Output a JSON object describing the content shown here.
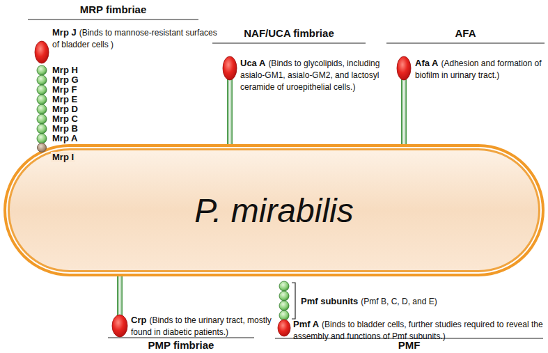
{
  "diagram": {
    "nodes": [
      {
        "text": [
          "P. mirabilis"
        ]
      }
    ],
    "labels": [
      "MRP fimbriae",
      "Mrp J",
      "(Binds to mannose-resistant surfaces of bladder cells )",
      "Mrp H",
      "Mrp G",
      "Mrp F",
      "Mrp E",
      "Mrp D",
      "Mrp C",
      "Mrp B",
      "Mrp A",
      "Mrp I",
      "NAF/UCA fimbriae",
      "Uca A",
      "(Binds to glycolipids, including asialo-GM1, asialo-GM2, and lactosyl ceramide of uroepithelial cells.)",
      "AFA",
      "Afa A",
      "(Adhesion and formation of biofilm in urinary tract.)",
      "Crp",
      "(Binds to the urinary tract, mostly found in diabetic patients.)",
      "PMP fimbriae",
      "Pmf subunits",
      "(Pmf B, C, D, and E)",
      "Pmf A",
      "(Binds to bladder cells, further studies required to reveal the assembly and functions of Pmf subunits.)",
      "PMF"
    ]
  }
}
